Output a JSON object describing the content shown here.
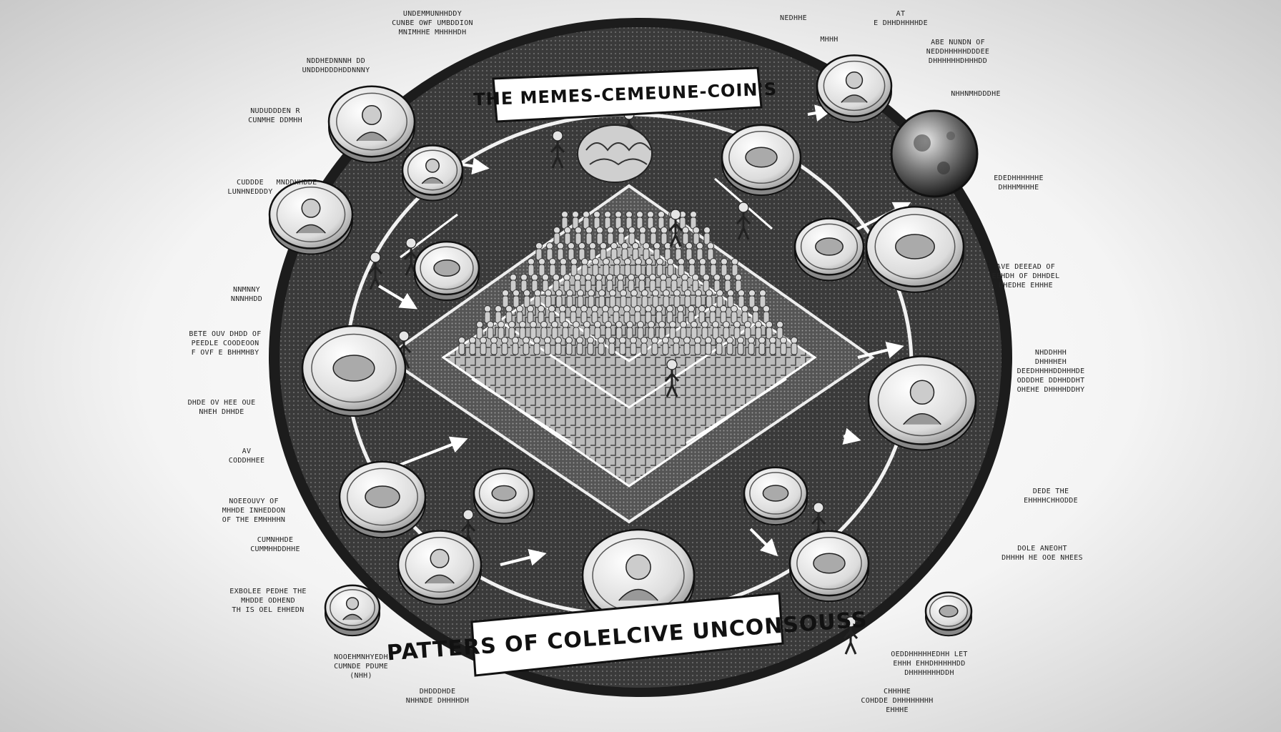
{
  "title_banner": "THE MEMES-CEMEUNE-COIN'S",
  "footer_banner": "PATTERS OF COLELCIVE UNCONSOUSS",
  "annotations": [
    {
      "id": "top-center",
      "lines": [
        "UNDEMMUNHHDDY",
        "CUNBE OWF UMBDDION",
        "MNIMHHE MHHHHDH"
      ]
    },
    {
      "id": "top-left-1",
      "lines": [
        "NDDHEDNNNH DD",
        "UNDDHDDDHDDNNNY"
      ]
    },
    {
      "id": "left-1",
      "lines": [
        "NUDUDDDEN R",
        "CUNMHE DDMHH"
      ]
    },
    {
      "id": "left-2",
      "lines": [
        "CUDDDE",
        "LUNHNEDDDY"
      ]
    },
    {
      "id": "left-2b",
      "lines": [
        "MNDDHHDDE"
      ]
    },
    {
      "id": "left-3",
      "lines": [
        "NNMNNY",
        "NNNHHDD"
      ]
    },
    {
      "id": "left-4",
      "lines": [
        "BETE OUV DHDD OF",
        "PEEDLE COODEOON",
        "F OVF E BHHMHBY"
      ]
    },
    {
      "id": "left-5",
      "lines": [
        "DHDE OV HEE OUE",
        "NHEH DHHDE"
      ]
    },
    {
      "id": "left-6",
      "lines": [
        "AV",
        "CODDHHEE"
      ]
    },
    {
      "id": "left-7",
      "lines": [
        "NOEEOUVY OF",
        "MHHDE INHEDDON",
        "OF THE EMHHHHN"
      ]
    },
    {
      "id": "left-8",
      "lines": [
        "CUMNHHDE",
        "CUMMHHDDHHE"
      ]
    },
    {
      "id": "left-9",
      "lines": [
        "EXBOLEE PEDHE THE",
        "MHDDE ODHEND",
        "TH IS OEL EHHEDN"
      ]
    },
    {
      "id": "bottom-left",
      "lines": [
        "NOOEHMNHYEDH",
        "CUMNDE PDUME",
        "(NHH)"
      ]
    },
    {
      "id": "bottom-left-2",
      "lines": [
        "DHDDDHDE",
        "NHHNDE DHHHHDH"
      ]
    },
    {
      "id": "top-right-1",
      "lines": [
        "NEDHHE"
      ]
    },
    {
      "id": "top-right-1b",
      "lines": [
        "MHHH"
      ]
    },
    {
      "id": "top-right-2",
      "lines": [
        "AT",
        "E DHHDHHHHDE"
      ]
    },
    {
      "id": "right-1",
      "lines": [
        "ABE NUNDN OF",
        "NEDDHHHHHDDDEE",
        "DHHHHHHDHHHDD"
      ]
    },
    {
      "id": "right-2",
      "lines": [
        "NHHNMHDDDHE"
      ]
    },
    {
      "id": "right-3",
      "lines": [
        "EDEDHHHHHHE",
        "DHHHMHHHE"
      ]
    },
    {
      "id": "right-4",
      "lines": [
        "AVE DEEEAD OF",
        "EEHDH OF DHHDEL",
        "DHEDHE EHHHE"
      ]
    },
    {
      "id": "right-5",
      "lines": [
        "NHDDHHH",
        "DHHHHEH",
        "DEEDHHHHDDHHHDE",
        "ODDDHE DDHHDDHT",
        "OHEHE DHHHHDDHY"
      ]
    },
    {
      "id": "right-6",
      "lines": [
        "DEDE THE",
        "EHHHHCHHODDE"
      ]
    },
    {
      "id": "right-7",
      "lines": [
        "DOLE ANEOHT",
        "DHHHH HE OOE NHEES"
      ]
    },
    {
      "id": "bottom-right",
      "lines": [
        "OEDDHHHHHEDHH LET",
        "EHHH EHHDHHHHHDD",
        "DHHHHHHHDDH"
      ]
    },
    {
      "id": "bottom-right-2",
      "lines": [
        "CHHHHE",
        "COHDDE DHHHHHHHH",
        "EHHHE"
      ]
    }
  ],
  "colors": {
    "ink": "#111111",
    "coin": "#e8e8e8",
    "disc": "#2a2a2a",
    "paper": "#ffffff"
  }
}
